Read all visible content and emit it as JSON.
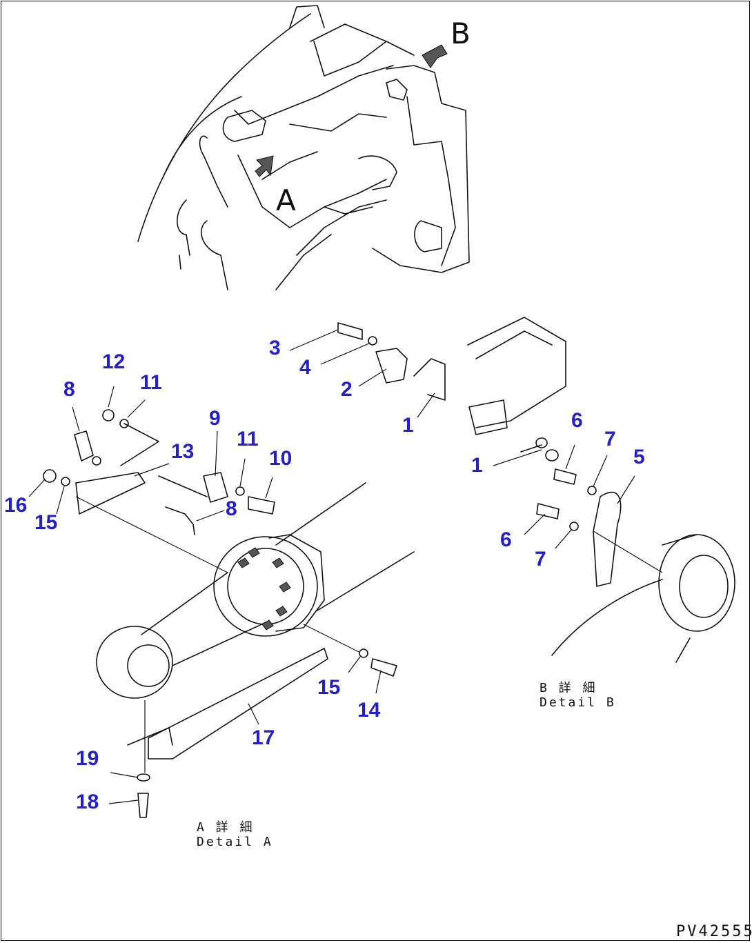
{
  "drawing": {
    "code": "PV42555",
    "view_labels": {
      "a": "A",
      "b": "B"
    },
    "detail_a": {
      "jp": "A 詳 細",
      "en": "Detail A"
    },
    "detail_b": {
      "jp": "B 詳 細",
      "en": "Detail B"
    }
  },
  "callouts": [
    {
      "id": "c3",
      "label": "3"
    },
    {
      "id": "c4",
      "label": "4"
    },
    {
      "id": "c2",
      "label": "2"
    },
    {
      "id": "c1a",
      "label": "1"
    },
    {
      "id": "c1b",
      "label": "1"
    },
    {
      "id": "c6a",
      "label": "6"
    },
    {
      "id": "c7a",
      "label": "7"
    },
    {
      "id": "c5",
      "label": "5"
    },
    {
      "id": "c6b",
      "label": "6"
    },
    {
      "id": "c7b",
      "label": "7"
    },
    {
      "id": "c12",
      "label": "12"
    },
    {
      "id": "c11a",
      "label": "11"
    },
    {
      "id": "c8a",
      "label": "8"
    },
    {
      "id": "c9",
      "label": "9"
    },
    {
      "id": "c11b",
      "label": "11"
    },
    {
      "id": "c10",
      "label": "10"
    },
    {
      "id": "c13",
      "label": "13"
    },
    {
      "id": "c16",
      "label": "16"
    },
    {
      "id": "c15a",
      "label": "15"
    },
    {
      "id": "c8b",
      "label": "8"
    },
    {
      "id": "c15b",
      "label": "15"
    },
    {
      "id": "c14",
      "label": "14"
    },
    {
      "id": "c17",
      "label": "17"
    },
    {
      "id": "c19",
      "label": "19"
    },
    {
      "id": "c18",
      "label": "18"
    }
  ],
  "colors": {
    "callout": "#2420c8",
    "line": "#111111"
  }
}
